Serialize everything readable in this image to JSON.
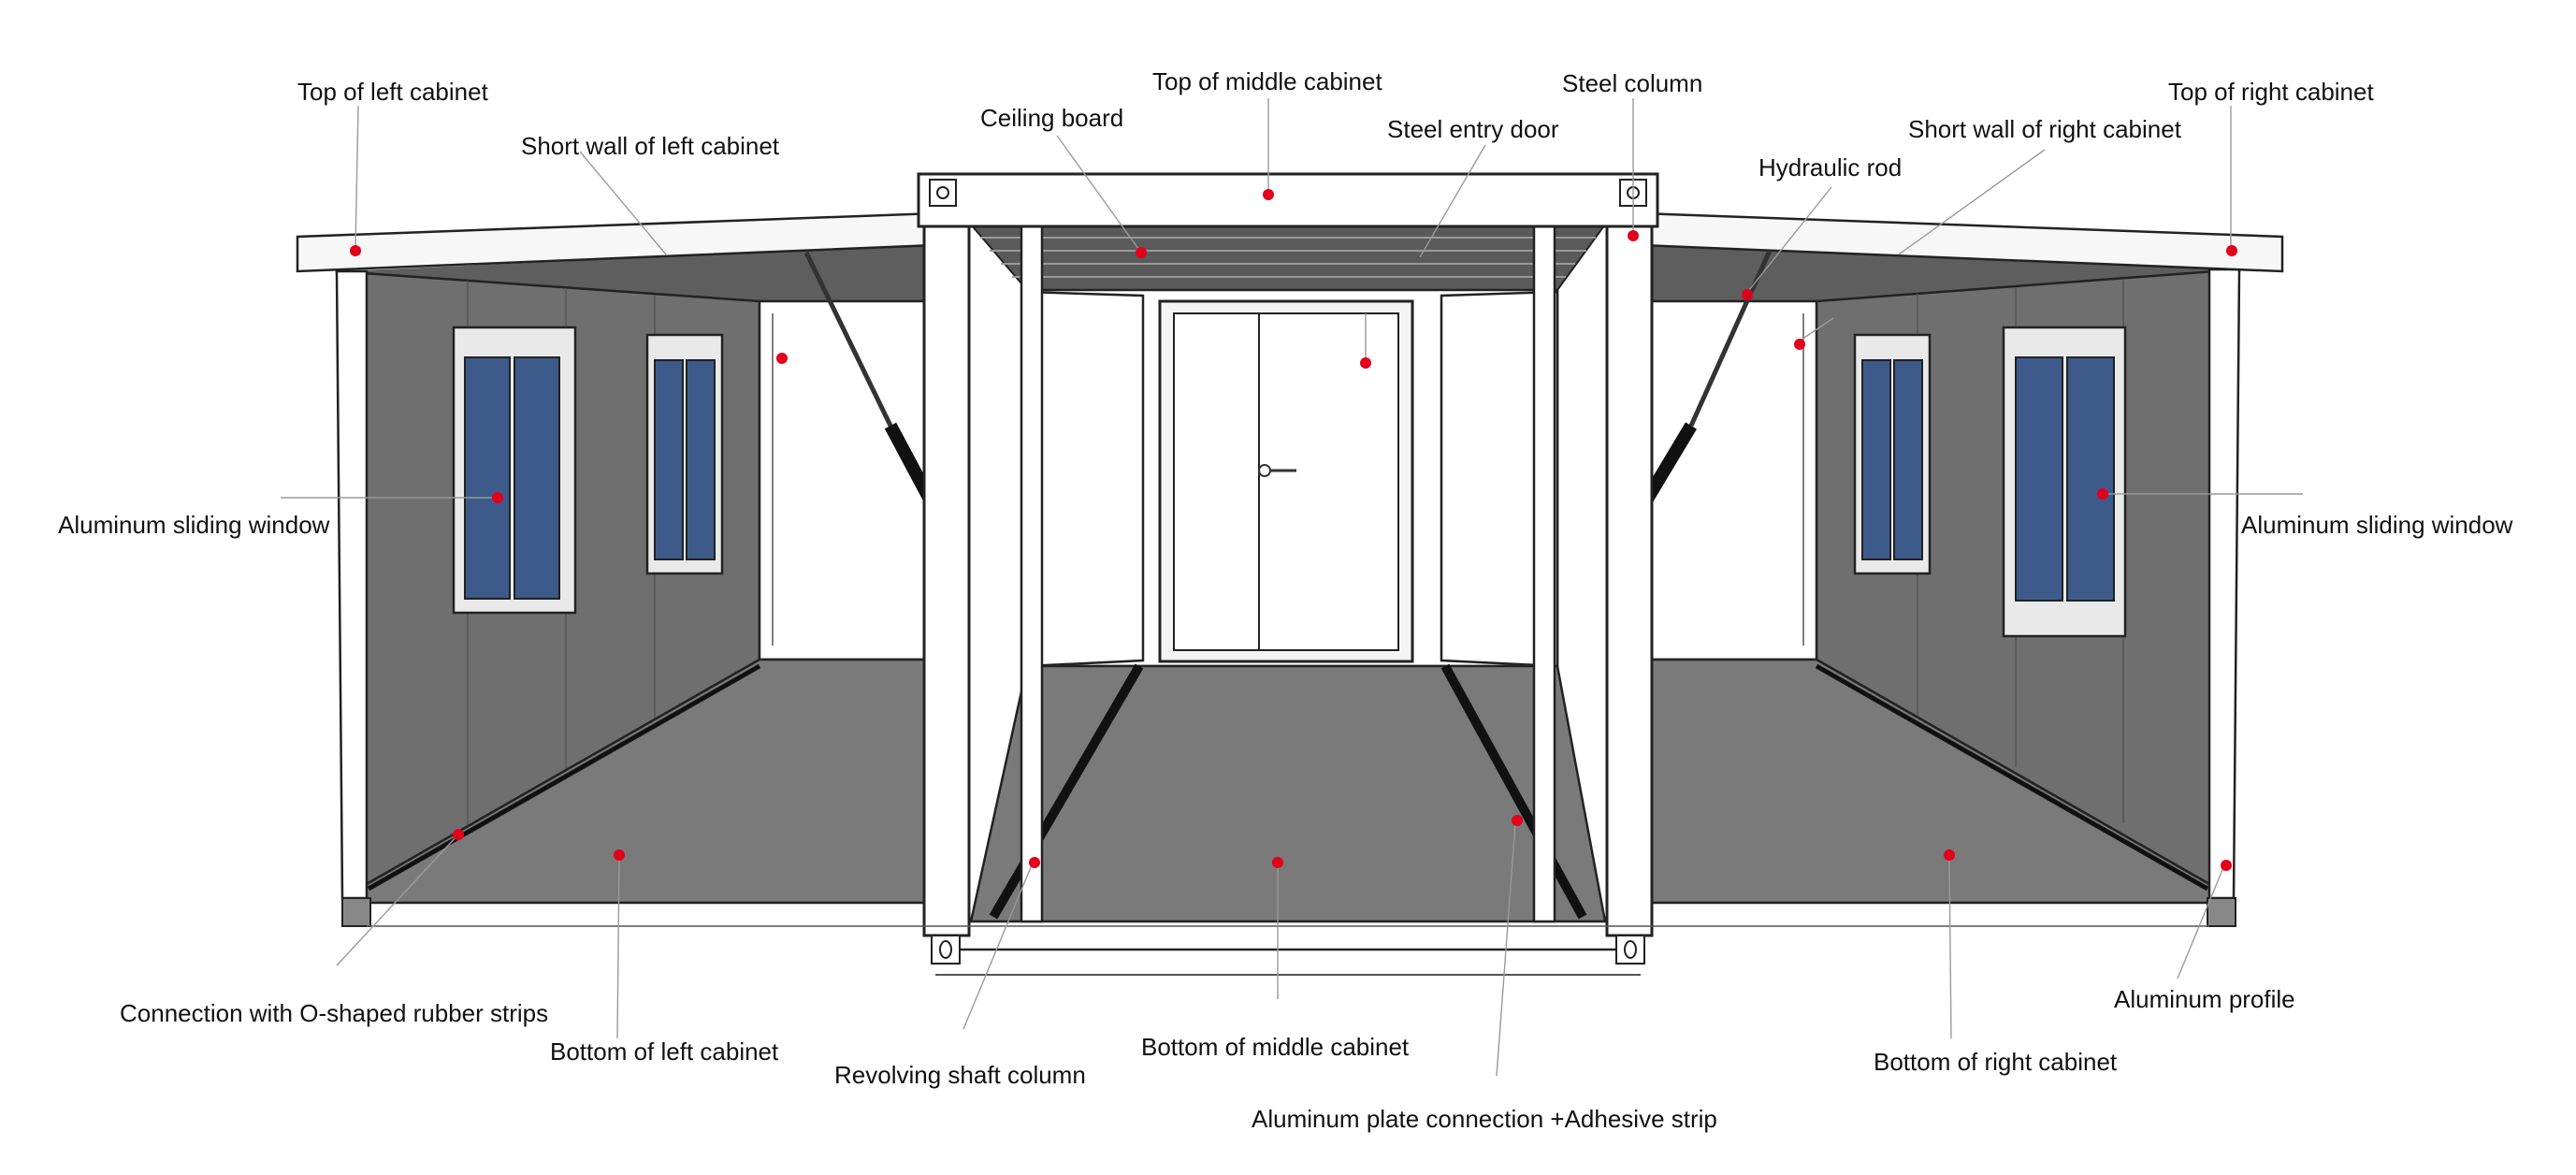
{
  "labels": {
    "top_left_cabinet": "Top of left cabinet",
    "short_wall_left": "Short wall of left cabinet",
    "ceiling_board": "Ceiling board",
    "top_middle_cabinet": "Top of middle cabinet",
    "steel_entry_door": "Steel entry door",
    "steel_column": "Steel column",
    "hydraulic_rod": "Hydraulic rod",
    "short_wall_right": "Short wall of right cabinet",
    "top_right_cabinet": "Top of right cabinet",
    "window_left": "Aluminum sliding window",
    "window_right": "Aluminum sliding window",
    "rubber_strips": "Connection with O-shaped rubber strips",
    "bottom_left_cabinet": "Bottom of left cabinet",
    "revolving_shaft": "Revolving shaft column",
    "bottom_middle_cabinet": "Bottom of middle cabinet",
    "aluminum_plate": "Aluminum plate connection +Adhesive strip",
    "bottom_right_cabinet": "Bottom of right cabinet",
    "aluminum_profile": "Aluminum profile"
  },
  "colors": {
    "marker": "#e3001b",
    "wall_gray": "#6f6f6f",
    "floor_gray": "#7a7a7a",
    "window_blue": "#3d5a8a",
    "line": "#222222",
    "leader": "#9a9a9a"
  }
}
